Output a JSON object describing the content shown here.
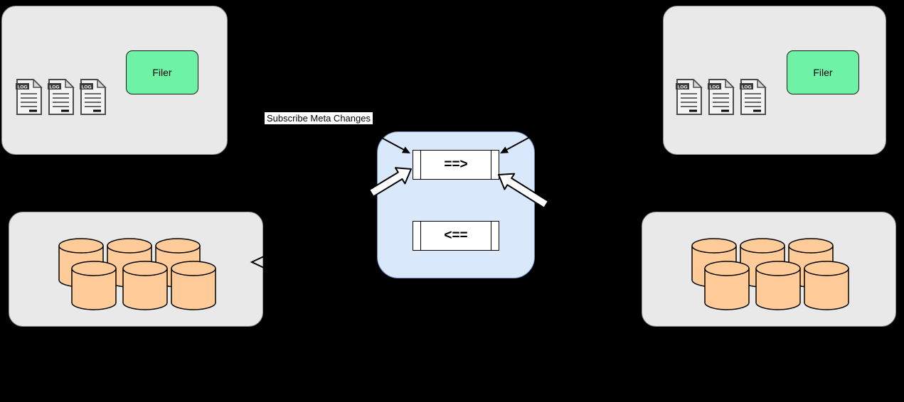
{
  "colors": {
    "background": "#000000",
    "panel_fill": "#e9e9e9",
    "panel_border": "#8f8f8f",
    "filer_fill": "#6df2a6",
    "queue_fill": "#dae8fc",
    "queue_border": "#6c8ebf",
    "cylinder_fill": "#ffcc99",
    "belt_fill": "#ffffff"
  },
  "left_cluster": {
    "filer_label": "Filer",
    "log_badge": "LOG"
  },
  "right_cluster": {
    "filer_label": "Filer",
    "log_badge": "LOG"
  },
  "queue": {
    "forward_label": "==>",
    "backward_label": "<=="
  },
  "annotations": {
    "subscribe_label": "Subscribe Meta Changes"
  }
}
